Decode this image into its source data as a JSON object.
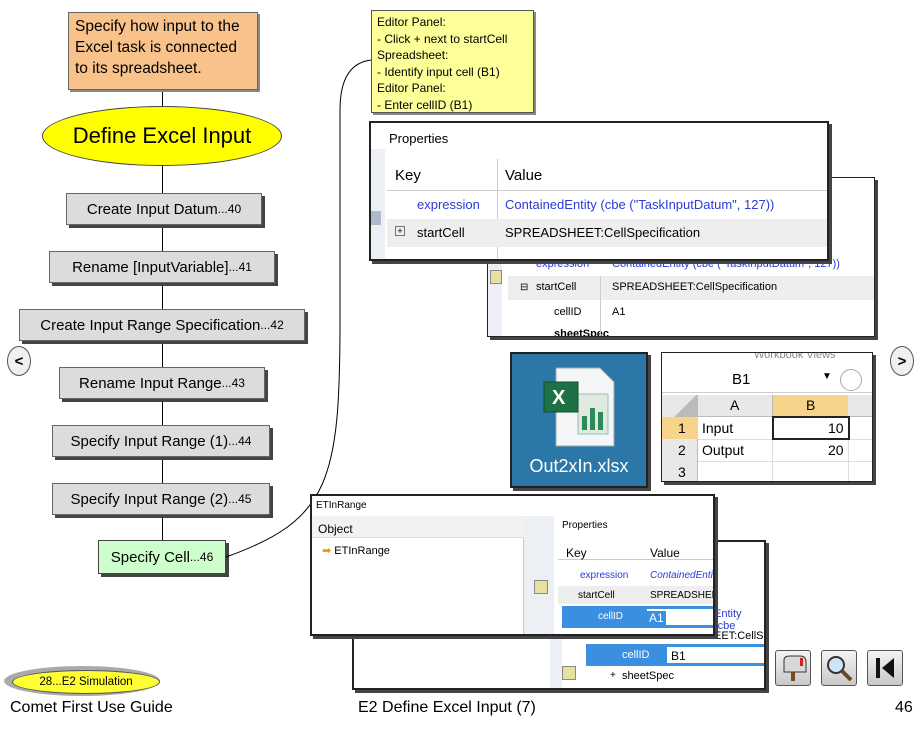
{
  "intro_note": "Specify how input to the Excel task is connected to its spreadsheet.",
  "intro_lines": [
    "Specify how input to the",
    "Excel task is connected",
    "to its spreadsheet."
  ],
  "main_title": "Define Excel Input",
  "steps": [
    {
      "label": "Create Input Datum",
      "num": "...40"
    },
    {
      "label": "Rename [InputVariable]",
      "num": "...41"
    },
    {
      "label": "Create Input Range Specification",
      "num": "...42"
    },
    {
      "label": "Rename Input Range",
      "num": "...43"
    },
    {
      "label": "Specify Input Range (1)",
      "num": "...44"
    },
    {
      "label": "Specify Input Range (2)",
      "num": "...45"
    },
    {
      "label": "Specify Cell",
      "num": "...46"
    }
  ],
  "nav": {
    "prev": "<",
    "next": ">"
  },
  "callout": [
    "Editor Panel:",
    "- Click + next to startCell",
    "Spreadsheet:",
    "- Identify input cell (B1)",
    "Editor Panel:",
    "- Enter cellID (B1)"
  ],
  "props1": {
    "title": "Properties",
    "col_key": "Key",
    "col_value": "Value",
    "rows": [
      {
        "key": "expression",
        "value": "ContainedEntity (cbe (\"TaskInputDatum\", 127))"
      },
      {
        "key": "startCell",
        "value": "SPREADSHEET:CellSpecification"
      }
    ]
  },
  "props2": {
    "rows": [
      {
        "key": "expression",
        "value": "ContainedEntity (cbe (\"TaskInputDatum\", 127))"
      },
      {
        "key": "startCell",
        "value": "SPREADSHEET:CellSpecification"
      },
      {
        "key": "cellID",
        "value": "A1"
      },
      {
        "key": "sheetSpec",
        "value": ""
      }
    ]
  },
  "excel_file": "Out2xIn.xlsx",
  "sheet": {
    "ribbon": "Workbook Views",
    "namebox": "B1",
    "col_a": "A",
    "col_b": "B",
    "rows": [
      {
        "n": "1",
        "a": "Input",
        "b": "10"
      },
      {
        "n": "2",
        "a": "Output",
        "b": "20"
      },
      {
        "n": "3",
        "a": "",
        "b": ""
      }
    ]
  },
  "tree": {
    "title": "ETInRange",
    "header": "Object",
    "item": "ETInRange",
    "props_title": "Properties",
    "col_key": "Key",
    "col_value": "Value",
    "rows": [
      {
        "key": "expression",
        "value": "ContainedEnti"
      },
      {
        "key": "startCell",
        "value": "SPREADSHEE"
      },
      {
        "key": "cellID",
        "value": "A1"
      }
    ]
  },
  "bottom_panel": {
    "rows": [
      {
        "key": "cellID",
        "value": "B1"
      },
      {
        "key": "sheetSpec",
        "value": ""
      }
    ],
    "side1": "Entity (cbe",
    "side2": "EET:CellSp"
  },
  "footer": {
    "left": "Comet First Use Guide",
    "center": "E2 Define Excel Input (7)",
    "page": "46",
    "badge": "28...E2 Simulation"
  }
}
